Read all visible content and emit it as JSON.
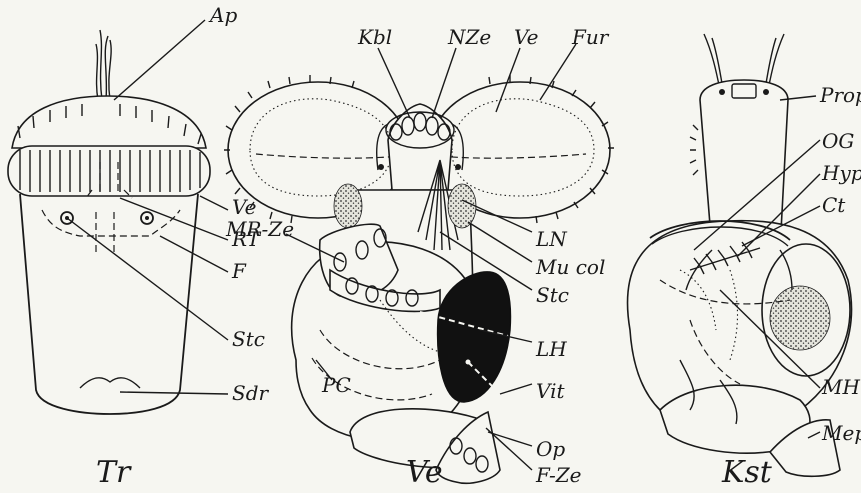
{
  "labels": {
    "ap": "Ap",
    "ve_tr": "Ve",
    "rt": "RT",
    "f": "F",
    "stc_tr": "Stc",
    "sdr": "Sdr",
    "kbl": "Kbl",
    "nze": "NZe",
    "ve_top": "Ve",
    "fur": "Fur",
    "mr_ze": "MR-Ze",
    "ln": "LN",
    "mu_col": "Mu col",
    "stc_ve": "Stc",
    "lh": "LH",
    "vit": "Vit",
    "pc": "PC",
    "op": "Op",
    "f_ze": "F-Ze",
    "prop": "Prop",
    "og": "OG",
    "hyp": "Hyp",
    "ct": "Ct",
    "mh": "MH",
    "mep": "Mep"
  },
  "captions": {
    "tr": "Tr",
    "ve": "Ve",
    "kst": "Kst"
  }
}
